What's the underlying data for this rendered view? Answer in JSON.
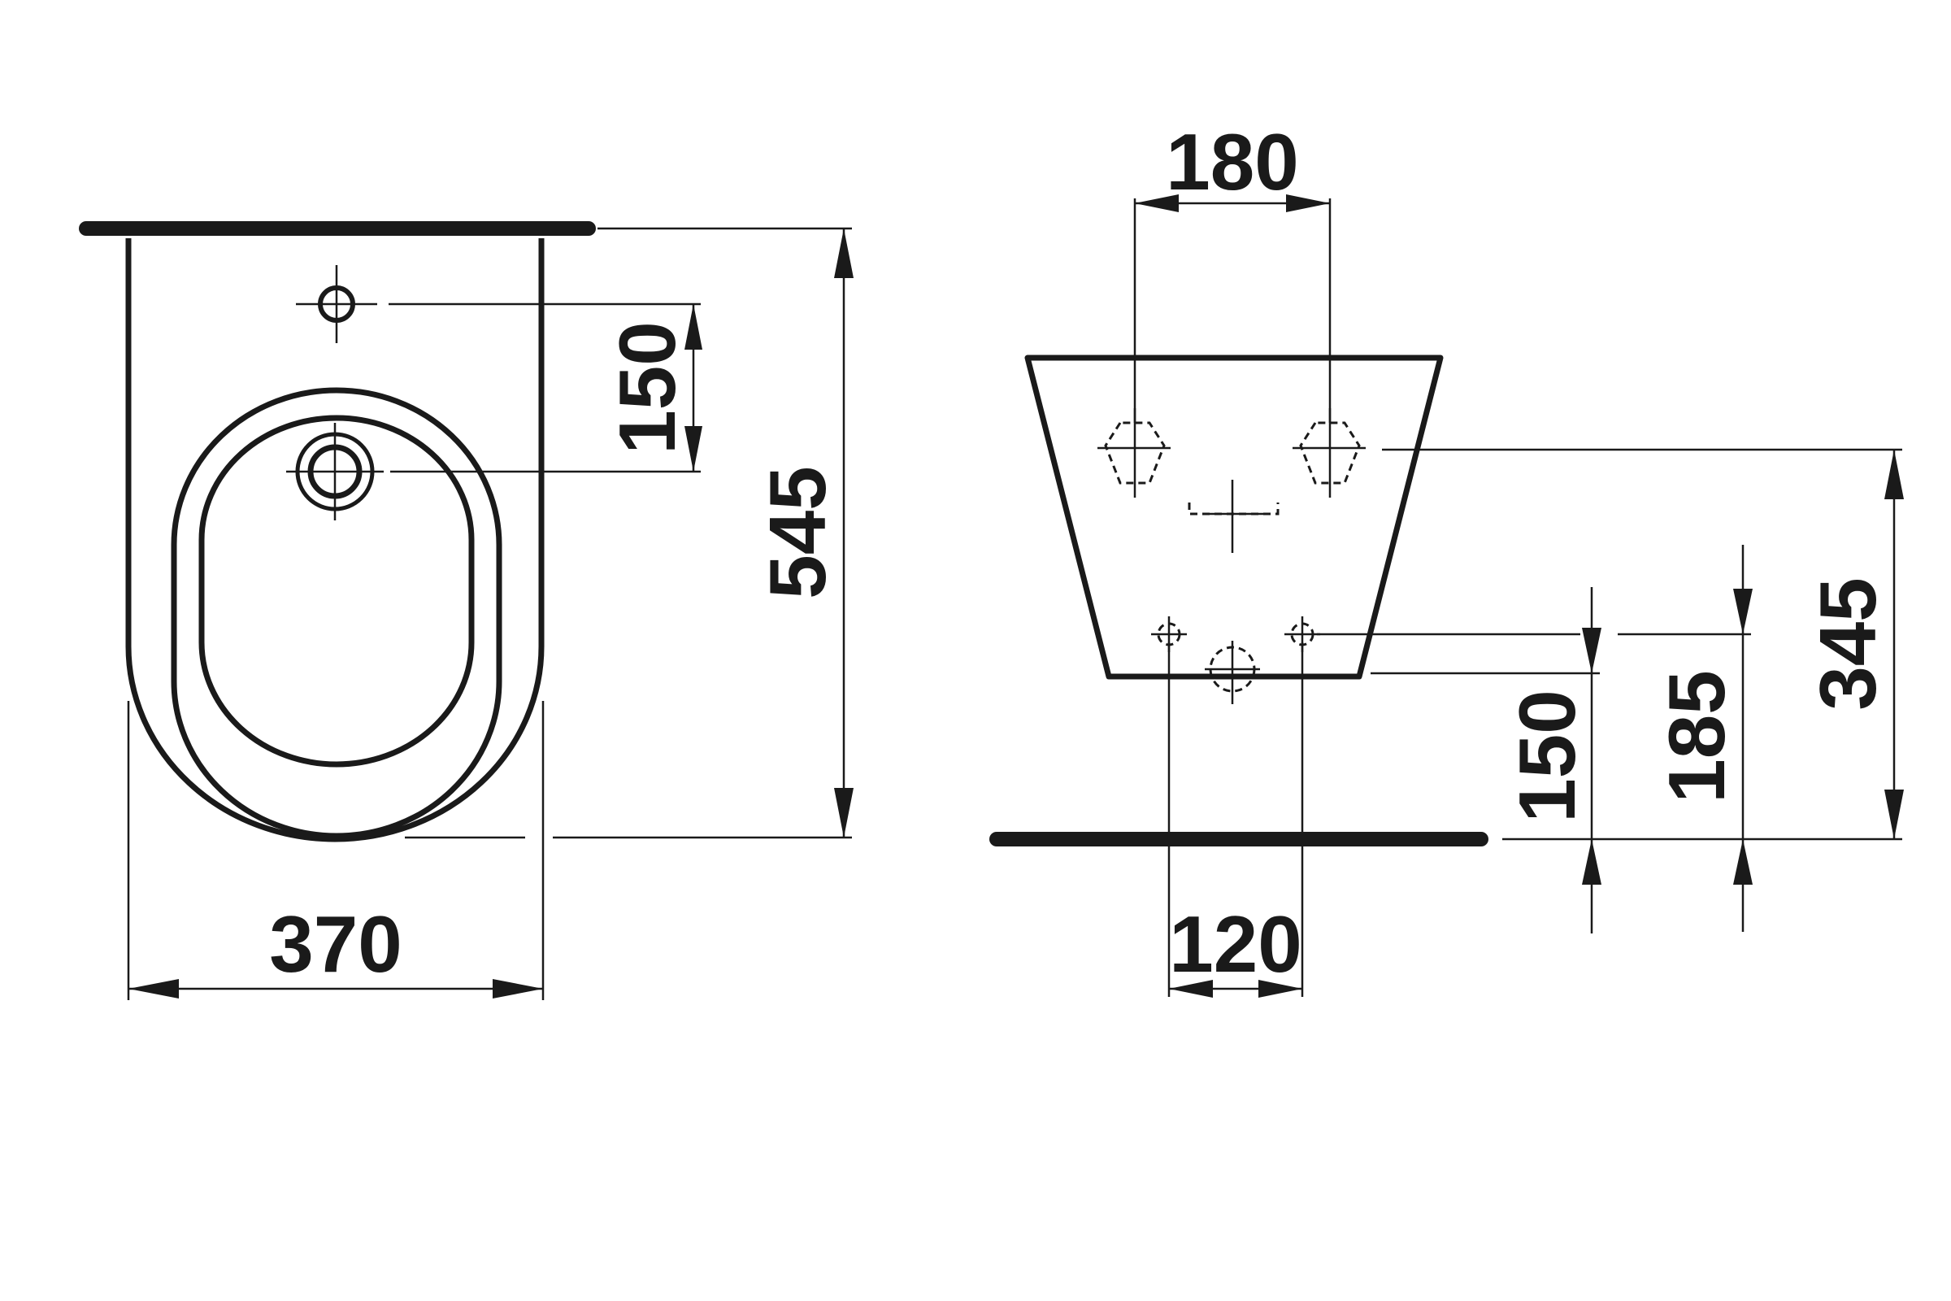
{
  "dimensions": {
    "front_width": "370",
    "front_height": "545",
    "front_tap_to_waste": "150",
    "side_bolt_spacing": "180",
    "side_lower_spacing": "120",
    "side_lower_from_floor": "150",
    "side_mid_from_floor": "185",
    "side_bolts_from_floor": "345"
  },
  "colors": {
    "ink": "#1a1a1a",
    "paper": "#ffffff"
  }
}
